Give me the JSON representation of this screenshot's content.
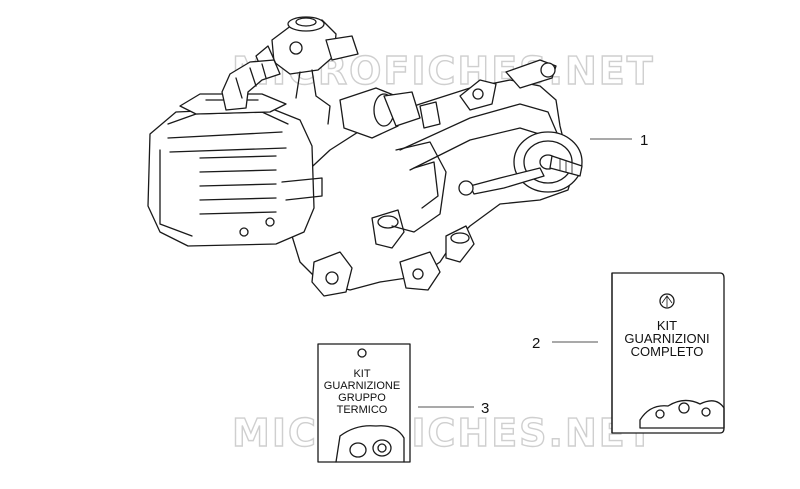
{
  "watermark": {
    "top": "MICROFICHES.NET",
    "bottom": "MICROFICHES.NET"
  },
  "callouts": [
    {
      "number": "1"
    },
    {
      "number": "2"
    },
    {
      "number": "3"
    }
  ],
  "kit_complete": {
    "lines": [
      "KIT",
      "GUARNIZIONI",
      "COMPLETO"
    ]
  },
  "kit_cylinder": {
    "lines": [
      "KIT",
      "GUARNIZIONE",
      "GRUPPO",
      "TERMICO"
    ]
  }
}
